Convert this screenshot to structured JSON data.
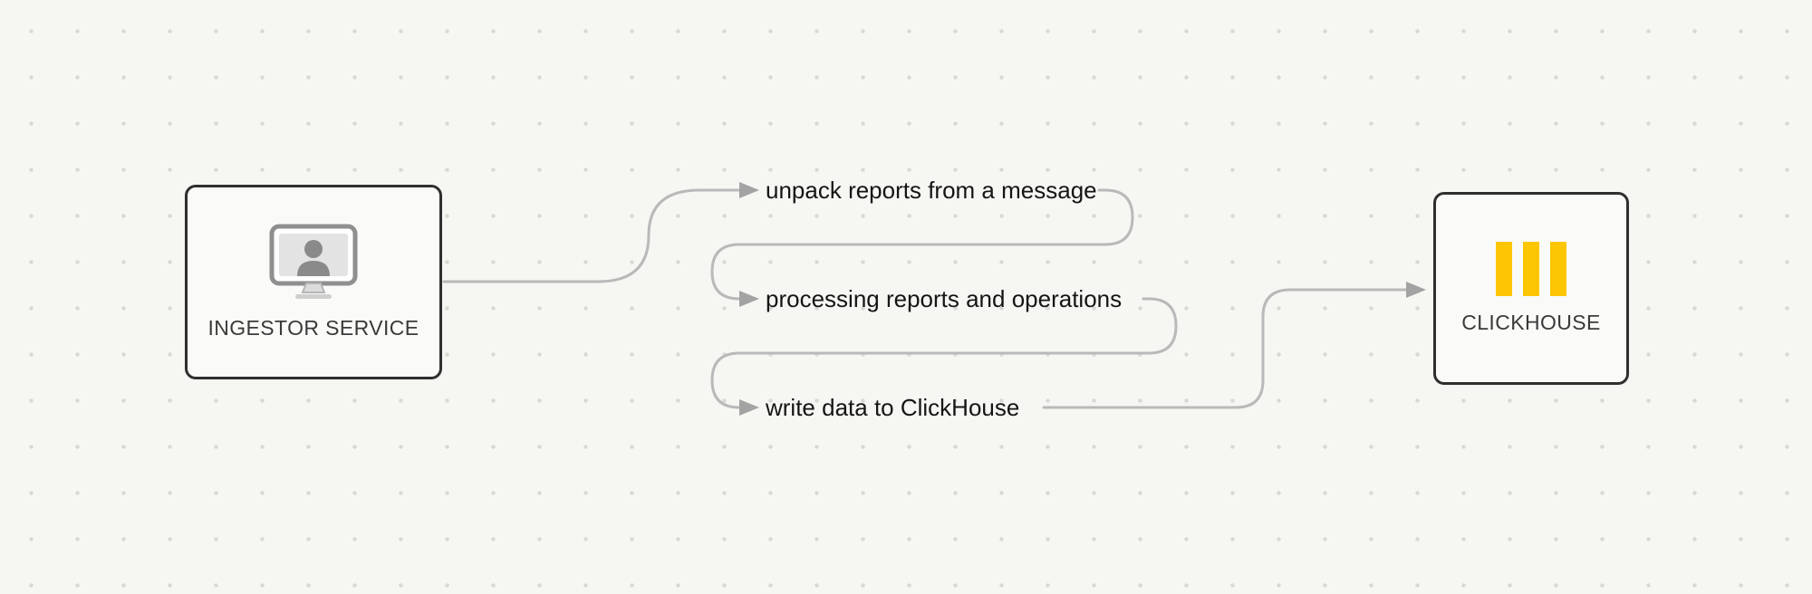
{
  "nodes": {
    "ingestor": {
      "label": "INGESTOR SERVICE",
      "icon": "monitor-user-icon"
    },
    "clickhouse": {
      "label": "CLICKHOUSE",
      "icon": "clickhouse-logo-icon"
    }
  },
  "steps": [
    {
      "label": "unpack reports from a message"
    },
    {
      "label": "processing reports and operations"
    },
    {
      "label": "write data to ClickHouse"
    }
  ],
  "colors": {
    "background": "#f6f6f3",
    "dot": "#d9d9d4",
    "node_border": "#2f2f2f",
    "node_fill": "#fafaf8",
    "node_text": "#3a3a3a",
    "connector": "#b9b9b9",
    "arrowhead": "#a3a3a3",
    "clickhouse_yellow": "#fdc605",
    "text": "#151515"
  }
}
